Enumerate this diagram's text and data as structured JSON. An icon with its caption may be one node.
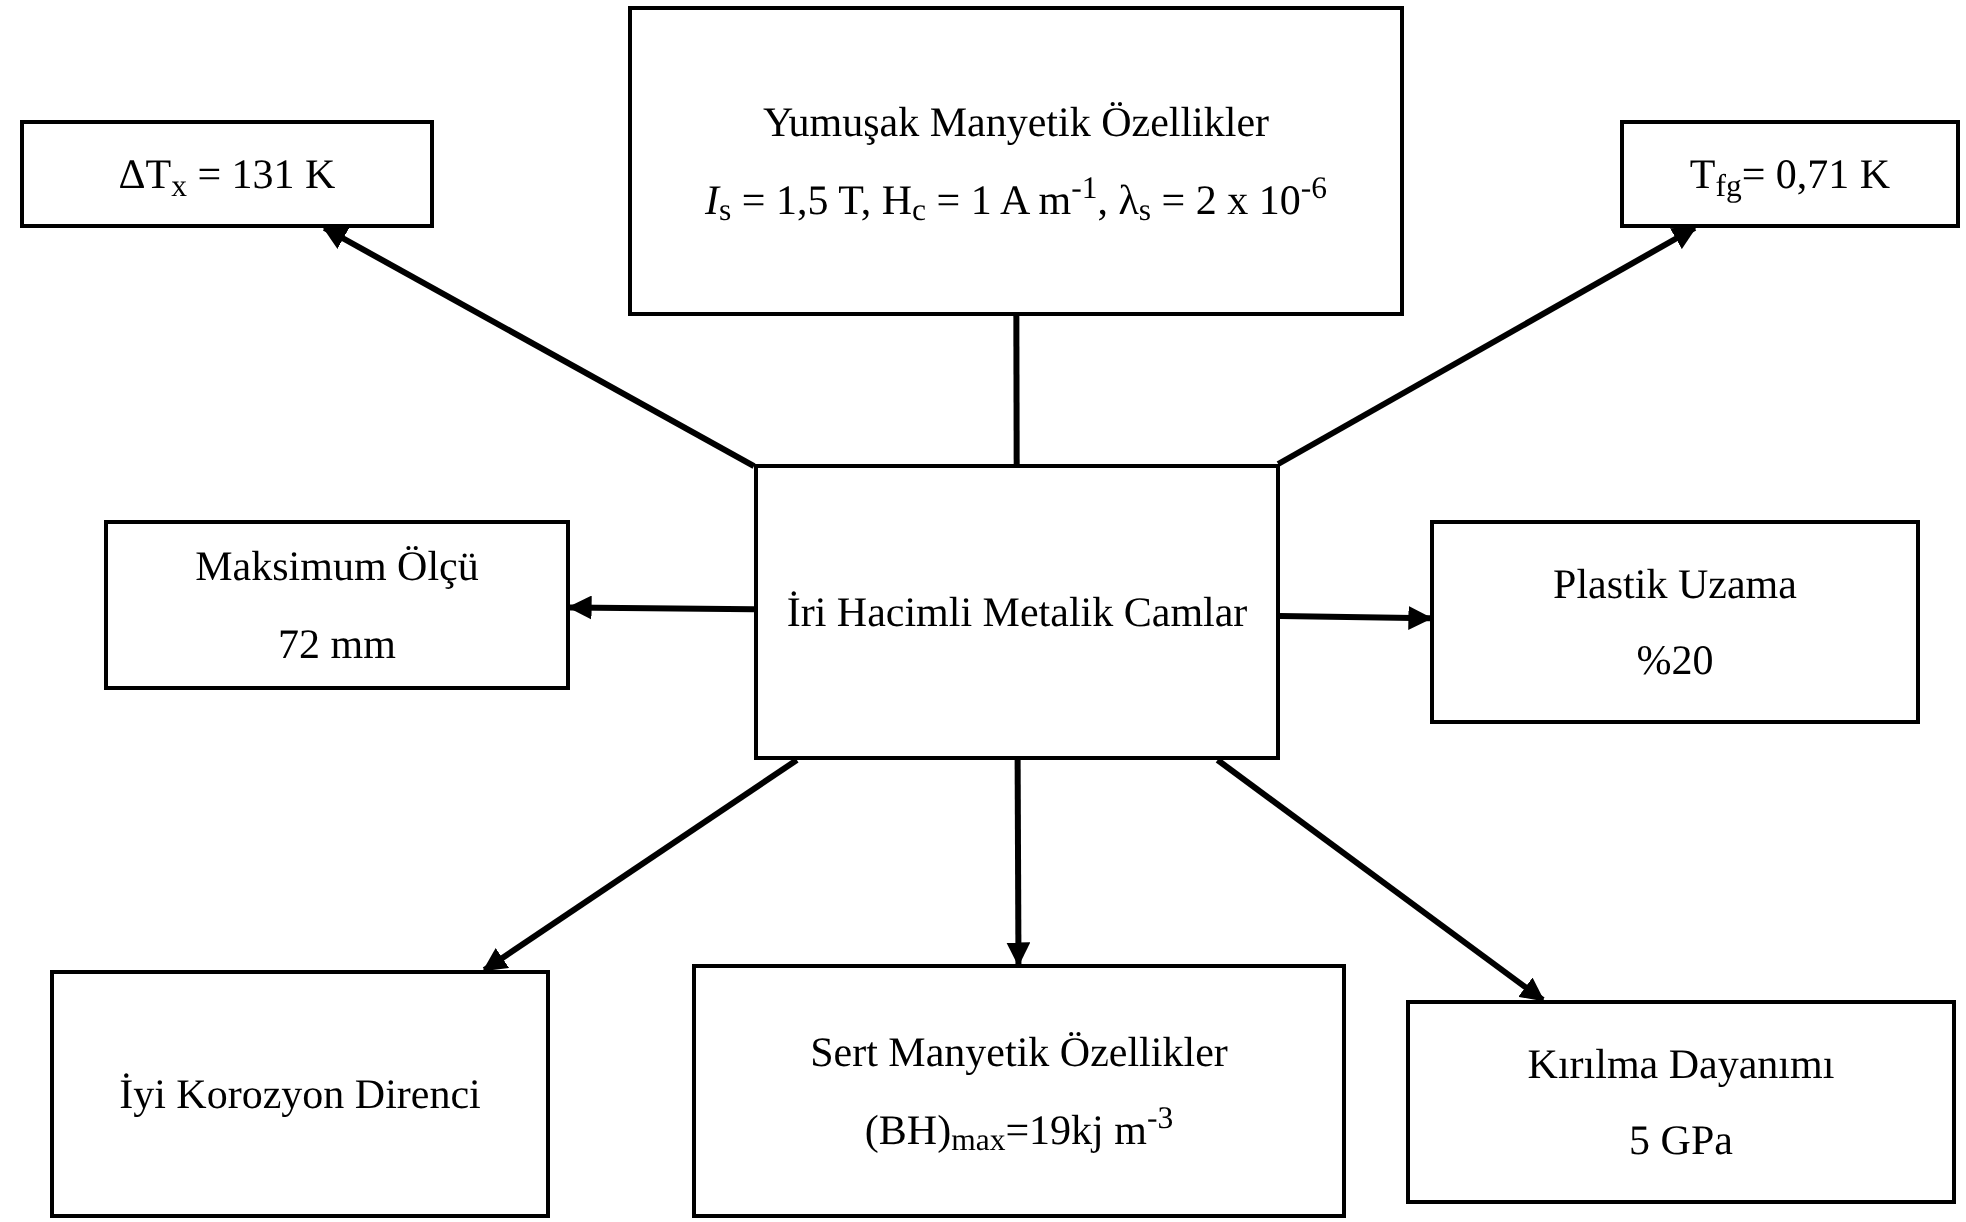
{
  "diagram": {
    "nodes": [
      {
        "text": [
          "İri Hacimli Metalik Camlar"
        ]
      },
      {
        "text": [
          "Yumuşak Manyetik Özellikler",
          "*I*$_{s}$ = 1,5 T, H$_{c}$ = 1 A m$^{-1}$, λ$_{s}$ = 2 x 10$^{-6}$"
        ]
      },
      {
        "text": [
          "ΔT$_{x}$ = 131 K"
        ]
      },
      {
        "text": [
          "T$_{fg}$= 0,71 K"
        ]
      },
      {
        "text": [
          "Maksimum Ölçü",
          "72 mm"
        ]
      },
      {
        "text": [
          "Plastik Uzama",
          "%20"
        ]
      },
      {
        "text": [
          "İyi Korozyon Direnci"
        ]
      },
      {
        "text": [
          "Sert Manyetik Özellikler",
          "(BH)$_{max}$=19kj m$^{-3}$"
        ]
      },
      {
        "text": [
          "Kırılma Dayanımı",
          "5 GPa"
        ]
      }
    ],
    "edges": [
      {
        "from": 0,
        "to": 1,
        "arrow": "none"
      },
      {
        "from": 0,
        "to": 2,
        "arrow": "to"
      },
      {
        "from": 0,
        "to": 3,
        "arrow": "to"
      },
      {
        "from": 0,
        "to": 4,
        "arrow": "to"
      },
      {
        "from": 0,
        "to": 5,
        "arrow": "to"
      },
      {
        "from": 0,
        "to": 6,
        "arrow": "to"
      },
      {
        "from": 0,
        "to": 7,
        "arrow": "to"
      },
      {
        "from": 0,
        "to": 8,
        "arrow": "to"
      }
    ]
  }
}
